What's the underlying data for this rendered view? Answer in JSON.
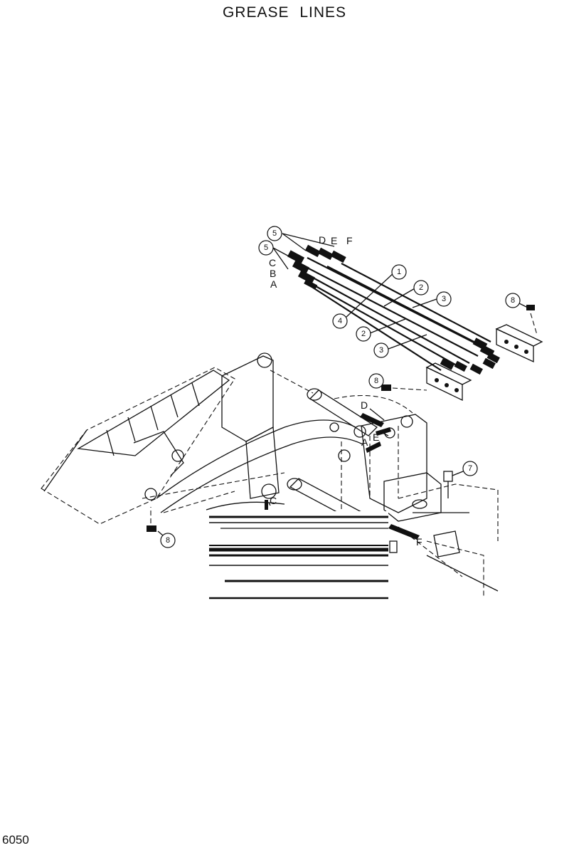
{
  "title": "GREASE  LINES",
  "page_number": "6050",
  "callouts": [
    "1",
    "2",
    "2",
    "3",
    "3",
    "4",
    "5",
    "5",
    "7",
    "8",
    "8",
    "8"
  ],
  "letters": [
    "A",
    "B",
    "C",
    "D",
    "E",
    "F",
    "A",
    "C",
    "D",
    "E",
    "F"
  ]
}
